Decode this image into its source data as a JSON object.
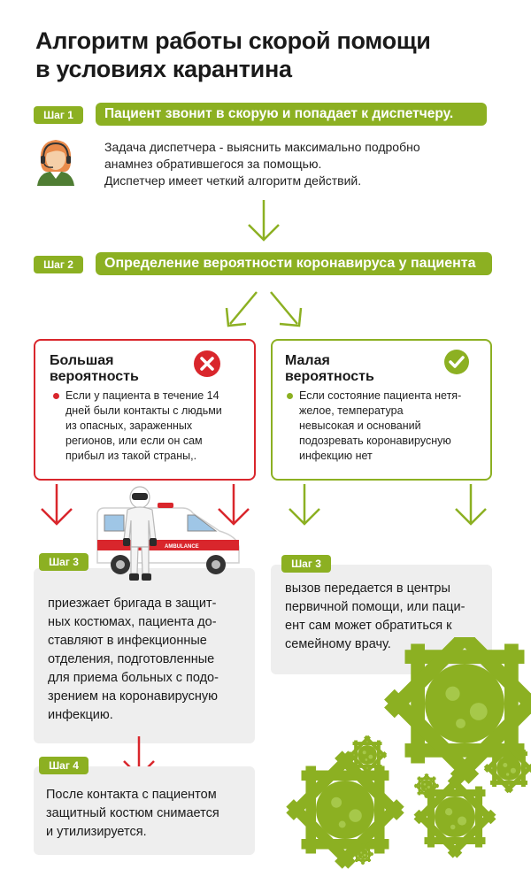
{
  "title": {
    "line1": "Алгоритм работы скорой помощи",
    "line2": "в условиях карантина"
  },
  "step1": {
    "badge": "Шаг 1",
    "heading": "Пациент звонит в скорую и попадает к диспетчеру.",
    "text_line1": "Задача диспетчера  - выяснить максимально подробно",
    "text_line2": "анамнез обратившегося за помощью.",
    "text_line3": "Диспетчер имеет четкий алгоритм действий."
  },
  "step2": {
    "badge": "Шаг 2",
    "heading": "Определение вероятности коронавируса у пациента"
  },
  "high_prob": {
    "title_line1": "Большая",
    "title_line2": "вероятность",
    "text_line1": "Если у пациента в течение 14",
    "text_line2": "дней были контакты с людьми",
    "text_line3": "из опасных, зараженных",
    "text_line4": "регионов, или если он сам",
    "text_line5": "прибыл из такой страны,."
  },
  "low_prob": {
    "title_line1": "Малая",
    "title_line2": "вероятность",
    "text_line1": "Если состояние пациента нетя-",
    "text_line2": "желое,  температура",
    "text_line3": "невысокая и оснований",
    "text_line4": "подозревать коронавирусную",
    "text_line5": "инфекцию нет"
  },
  "step3_left": {
    "badge": "Шаг 3",
    "lines": [
      "приезжает бригада в защит-",
      "ных костюмах, пациента до-",
      "ставляют в инфекционные",
      "отделения, подготовленные",
      "для приема больных  с подо-",
      "зрением на коронавирусную",
      "инфекцию."
    ]
  },
  "step3_right": {
    "badge": "Шаг 3",
    "lines": [
      "вызов передается в центры",
      "первичной помощи, или паци-",
      "ент сам может обратиться к",
      "семейному врачу."
    ]
  },
  "step4": {
    "badge": "Шаг 4",
    "lines": [
      "После контакта с пациентом",
      "защитный костюм снимается",
      "и утилизируется."
    ]
  },
  "ambulance_label": "AMBULANCE",
  "colors": {
    "green": "#8cb022",
    "red": "#d9262c",
    "grey": "#eeeeee"
  },
  "icons": {
    "dispatcher": "operator-headset-icon",
    "cross": "x-circle-icon",
    "check": "check-circle-icon",
    "arrow": "arrow-down-icon",
    "virus": "virus-icon",
    "ambulance": "ambulance-icon",
    "medic": "hazmat-medic-icon"
  }
}
